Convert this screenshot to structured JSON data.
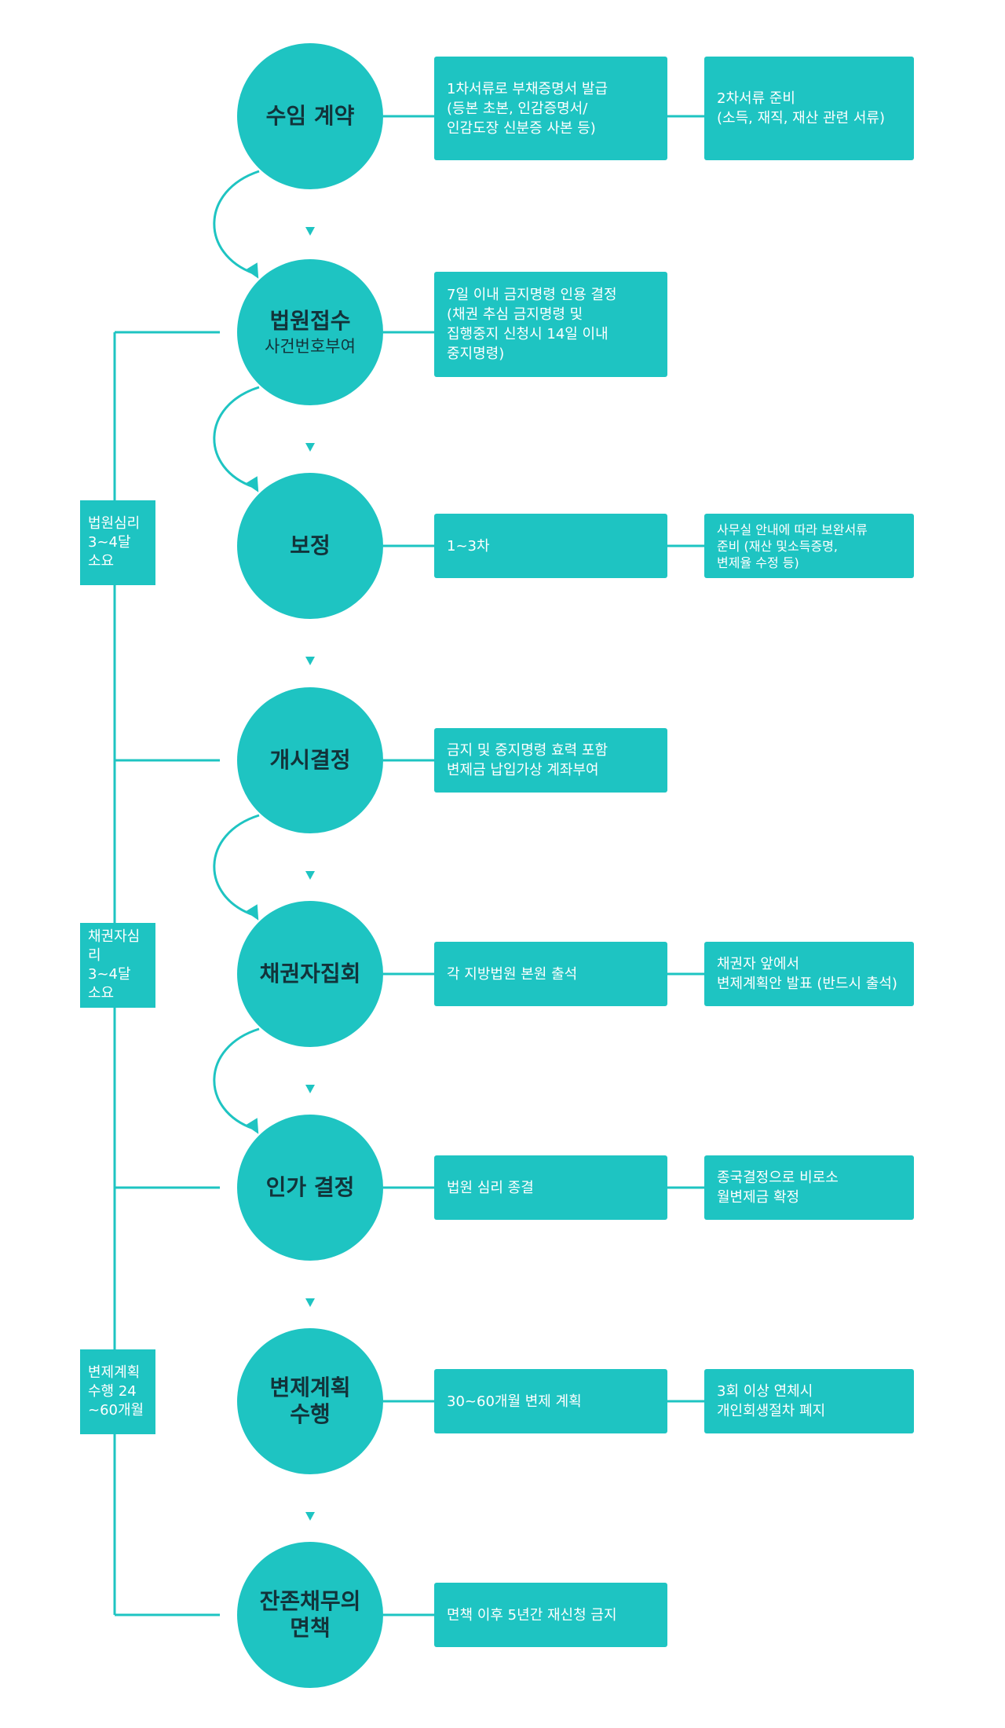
{
  "colors": {
    "accent": "#1ec4c2",
    "node_text": "#12333a",
    "box_text": "#ffffff"
  },
  "stages": [
    {
      "title_lines": [
        "수임 계약"
      ],
      "sub": ""
    },
    {
      "title_lines": [
        "법원접수"
      ],
      "sub": "사건번호부여"
    },
    {
      "title_lines": [
        "보정"
      ],
      "sub": ""
    },
    {
      "title_lines": [
        "개시결정"
      ],
      "sub": ""
    },
    {
      "title_lines": [
        "채권자집회"
      ],
      "sub": ""
    },
    {
      "title_lines": [
        "인가 결정"
      ],
      "sub": ""
    },
    {
      "title_lines": [
        "변제계획",
        "수행"
      ],
      "sub": ""
    },
    {
      "title_lines": [
        "잔존채무의",
        "면책"
      ],
      "sub": ""
    }
  ],
  "notes": [
    [
      "1차서류로 부채증명서 발급",
      "(등본 초본, 인감증명서/",
      "인감도장 신분증 사본 등)"
    ],
    [
      "7일 이내 금지명령 인용 결정",
      "(채권 추심 금지명령 및",
      "집행중지 신청시 14일 이내",
      "중지명령)"
    ],
    [
      "1~3차"
    ],
    [
      "금지 및 중지명령 효력 포함",
      "변제금 납입가상 계좌부여"
    ],
    [
      "각 지방법원 본원 출석"
    ],
    [
      "법원 심리 종결"
    ],
    [
      "30~60개월 변제 계획"
    ],
    [
      "면책 이후 5년간 재신청 금지"
    ]
  ],
  "extra_notes": [
    {
      "stage": 0,
      "lines": [
        "2차서류 준비",
        "(소득, 재직, 재산 관련 서류)"
      ]
    },
    {
      "stage": 2,
      "lines": [
        "사무실 안내에 따라 보완서류",
        "준비 (재산 및소득증명,",
        "변제율 수정 등)"
      ]
    },
    {
      "stage": 4,
      "lines": [
        "채권자 앞에서",
        "변제계획안 발표 (반드시 출석)"
      ]
    },
    {
      "stage": 5,
      "lines": [
        "종국결정으로 비로소",
        "월변제금 확정"
      ]
    },
    {
      "stage": 6,
      "lines": [
        "3회 이상 연체시",
        "개인회생절차 폐지"
      ]
    }
  ],
  "side_labels": [
    [
      "법원심리",
      "3~4달",
      "소요"
    ],
    [
      "채권자심리",
      "3~4달",
      "소요"
    ],
    [
      "변제계획",
      "수행 24",
      "~60개월"
    ]
  ]
}
